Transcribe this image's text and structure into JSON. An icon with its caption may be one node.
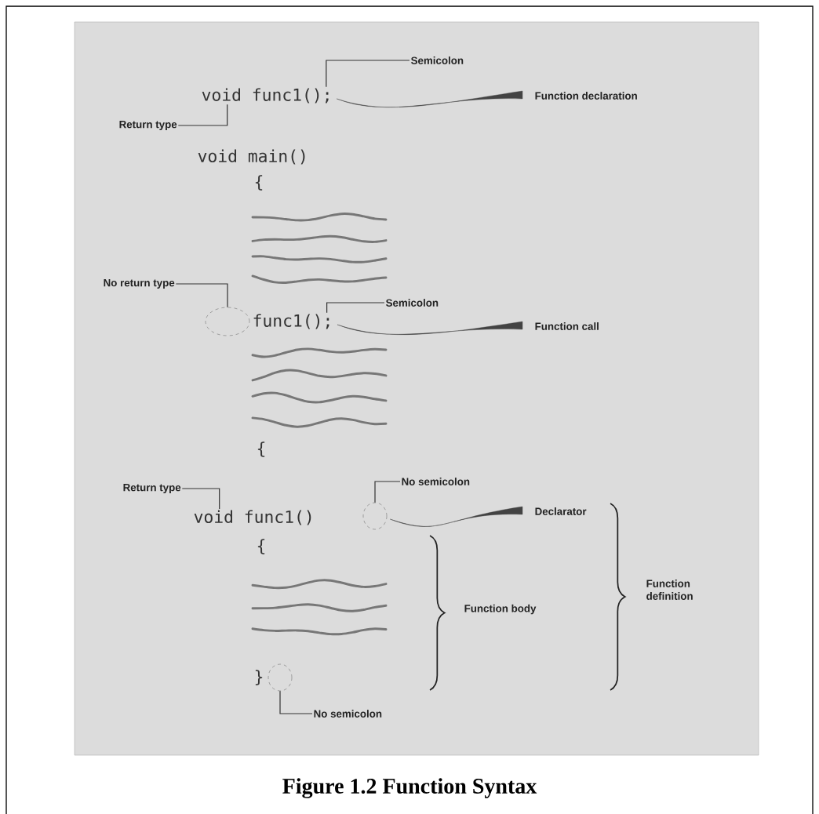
{
  "diagram": {
    "caption": "Figure 1.2 Function Syntax",
    "nodes": [
      {
        "text": [
          "void func1();"
        ]
      },
      {
        "text": [
          "Semicolon"
        ]
      },
      {
        "text": [
          "Return type"
        ]
      },
      {
        "text": [
          "Function declaration"
        ]
      },
      {
        "text": [
          "No return type"
        ]
      },
      {
        "text": [],
        "shape": "circle"
      },
      {
        "text": [
          "func1();"
        ]
      },
      {
        "text": [
          "Semicolon"
        ]
      },
      {
        "text": [
          "Function call"
        ]
      },
      {
        "text": [
          "Return type"
        ]
      },
      {
        "text": [
          "void func1()"
        ]
      },
      {
        "text": [
          "No semicolon"
        ]
      },
      {
        "text": [],
        "shape": "circle"
      },
      {
        "text": [
          "Declarator"
        ]
      },
      {
        "text": [],
        "shape": "circle"
      },
      {
        "text": [
          "No semicolon"
        ]
      }
    ],
    "edges": [
      {
        "from": 1,
        "to": 0,
        "arrow": "none"
      },
      {
        "from": 2,
        "to": 0,
        "arrow": "none"
      },
      {
        "from": 0,
        "to": 3,
        "arrow": "none",
        "style": "thick"
      },
      {
        "from": 4,
        "to": 5,
        "arrow": "none"
      },
      {
        "from": 7,
        "to": 6,
        "arrow": "none"
      },
      {
        "from": 6,
        "to": 8,
        "arrow": "none",
        "style": "thick"
      },
      {
        "from": 9,
        "to": 10,
        "arrow": "none"
      },
      {
        "from": 11,
        "to": 12,
        "arrow": "none"
      },
      {
        "from": 12,
        "to": 13,
        "arrow": "none",
        "style": "thick"
      },
      {
        "from": 15,
        "to": 14,
        "arrow": "none"
      }
    ],
    "labels": [
      "void main()",
      "{",
      "{",
      "{",
      "Function body",
      "Function definition",
      "}"
    ]
  }
}
